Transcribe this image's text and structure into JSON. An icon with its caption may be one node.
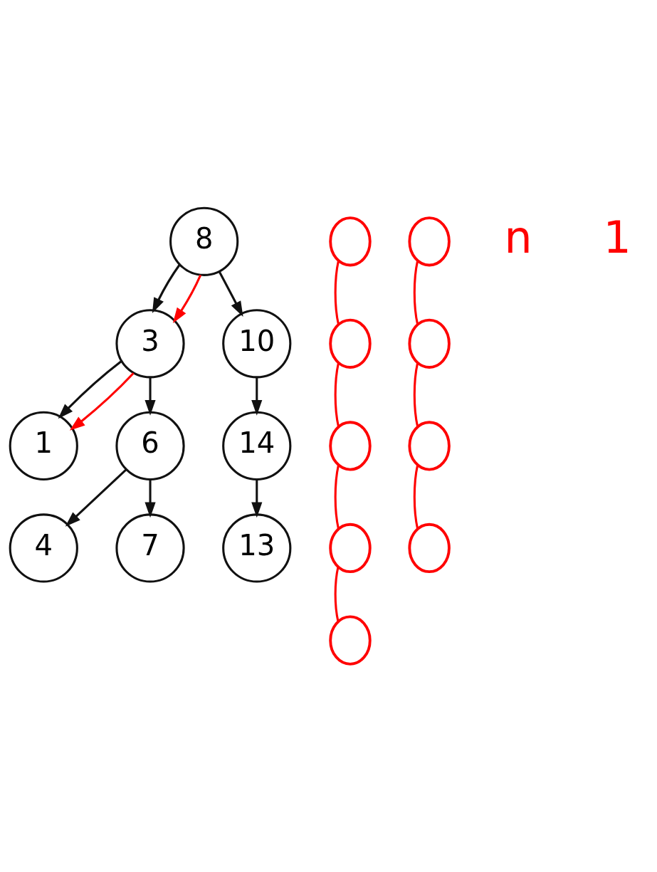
{
  "diagram": {
    "nodes": [
      {
        "text": [
          "8"
        ]
      },
      {
        "text": [
          "3"
        ]
      },
      {
        "text": [
          "10"
        ]
      },
      {
        "text": [
          "1"
        ]
      },
      {
        "text": [
          "6"
        ]
      },
      {
        "text": [
          "14"
        ]
      },
      {
        "text": [
          "4"
        ]
      },
      {
        "text": [
          "7"
        ]
      },
      {
        "text": [
          "13"
        ]
      },
      {
        "text": [],
        "shape": "circle"
      },
      {
        "text": [],
        "shape": "circle"
      },
      {
        "text": [],
        "shape": "circle"
      },
      {
        "text": [],
        "shape": "circle"
      },
      {
        "text": [],
        "shape": "circle"
      },
      {
        "text": [],
        "shape": "circle"
      },
      {
        "text": [],
        "shape": "circle"
      },
      {
        "text": [],
        "shape": "circle"
      },
      {
        "text": [],
        "shape": "circle"
      }
    ],
    "edges": [
      {
        "from": 0,
        "to": 1,
        "arrow": "to",
        "color": "#111111"
      },
      {
        "from": 0,
        "to": 2,
        "arrow": "to",
        "color": "#111111"
      },
      {
        "from": 1,
        "to": 3,
        "arrow": "to",
        "color": "#111111"
      },
      {
        "from": 1,
        "to": 4,
        "arrow": "to",
        "color": "#111111"
      },
      {
        "from": 2,
        "to": 5,
        "arrow": "to",
        "color": "#111111"
      },
      {
        "from": 4,
        "to": 6,
        "arrow": "to",
        "color": "#111111"
      },
      {
        "from": 4,
        "to": 7,
        "arrow": "to",
        "color": "#111111"
      },
      {
        "from": 5,
        "to": 8,
        "arrow": "to",
        "color": "#111111"
      },
      {
        "from": 0,
        "to": 1,
        "arrow": "to",
        "color": "#ff0000"
      },
      {
        "from": 1,
        "to": 3,
        "arrow": "to",
        "color": "#ff0000"
      },
      {
        "from": 9,
        "to": 10,
        "arrow": "none",
        "color": "#ff0000"
      },
      {
        "from": 10,
        "to": 11,
        "arrow": "none",
        "color": "#ff0000"
      },
      {
        "from": 11,
        "to": 12,
        "arrow": "none",
        "color": "#ff0000"
      },
      {
        "from": 12,
        "to": 13,
        "arrow": "none",
        "color": "#ff0000"
      },
      {
        "from": 14,
        "to": 15,
        "arrow": "none",
        "color": "#ff0000"
      },
      {
        "from": 15,
        "to": 16,
        "arrow": "none",
        "color": "#ff0000"
      },
      {
        "from": 16,
        "to": 17,
        "arrow": "none",
        "color": "#ff0000"
      }
    ],
    "labels": [
      "n",
      "1"
    ]
  }
}
